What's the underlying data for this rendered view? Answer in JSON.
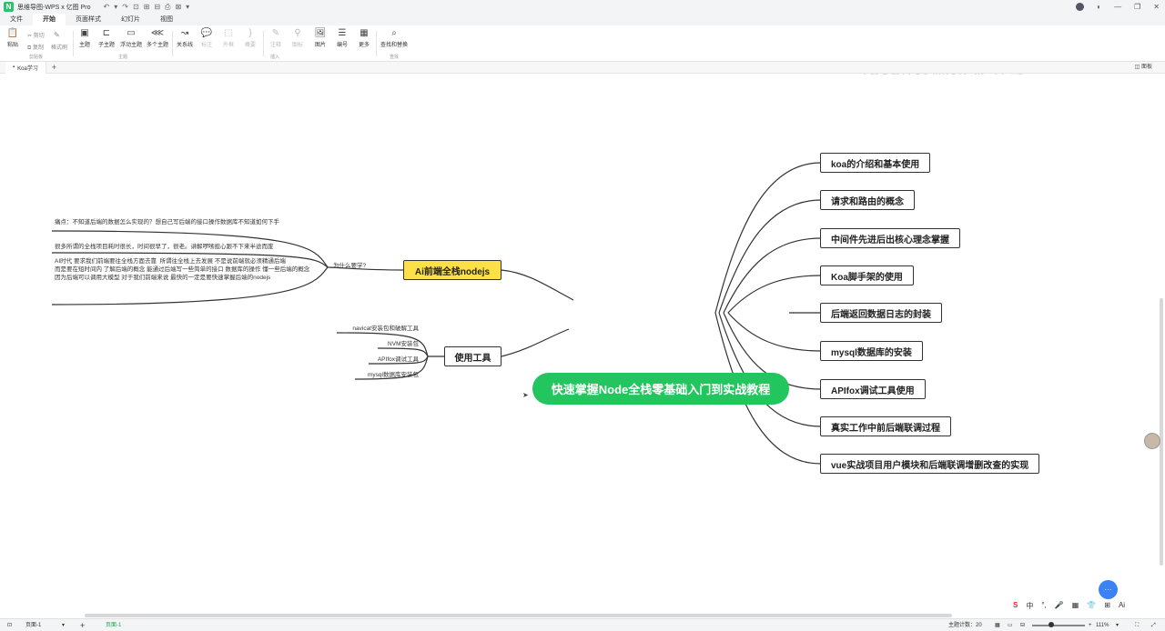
{
  "titlebar": {
    "app_title": "思维导图-WPS x 亿图 Pro",
    "quick": [
      "↶",
      "▾",
      "↷",
      "⊡",
      "⊞",
      "⊟",
      "⎙",
      "⊠",
      "▾"
    ]
  },
  "menu": {
    "tabs": [
      "文件",
      "开始",
      "页面样式",
      "幻灯片",
      "视图"
    ],
    "active_index": 1
  },
  "ribbon": {
    "paste": "粘贴",
    "cut": "剪切",
    "copy": "复制",
    "format_painter": "格式刷",
    "group_clipboard": "剪贴板",
    "topic": "主题",
    "subtopic": "子主题",
    "floating_topic": "浮动主题",
    "multi_topic": "多个主题",
    "group_topic": "主题",
    "relationship": "关系线",
    "callout": "标注",
    "outer": "外框",
    "summary": "概要",
    "comment": "注释",
    "icon": "图标",
    "image": "图片",
    "numbering": "编号",
    "more": "更多",
    "group_insert": "插入",
    "find_replace": "查找和替换",
    "group_find": "查找",
    "watermark": "Tasan老师技术分享"
  },
  "doctabs": {
    "tab_label": "Koa学习",
    "panel_label": "面板"
  },
  "mindmap": {
    "root": "快速掌握Node全栈零基础入门到实战教程",
    "right_nodes": [
      "koa的介绍和基本使用",
      "请求和路由的概念",
      "中间件先进后出核心理念掌握",
      "Koa脚手架的使用",
      "后端返回数据日志的封装",
      "mysql数据库的安装",
      "APIfox调试工具使用",
      "真实工作中前后端联调过程",
      "vue实战项目用户模块和后端联调增删改查的实现"
    ],
    "left_ai": {
      "label": "Ai前端全栈nodejs",
      "edge_label": "为什么要学?",
      "notes": [
        "痛点：不知道后端的数据怎么实现的？想自己写后端的接口操作数据库不知道如何下手",
        "很多所谓的全栈项目耗时很长，时间很早了，很老。讲解啰嗦担心跟不下来半途而废",
        "AI时代 要求我们前端要往全栈方面去靠  所谓往全栈上去发展 不是说前端就必须精通后端\n而是要在短时间内 了解后端的概念 能通过后端写一些简单的接口 数据库的操作 懂一些后端的概念\n因为后端可以调用大模型 对于我们前端来说 最快的一定是要快速掌握后端的nodejs"
      ]
    },
    "left_tools": {
      "label": "使用工具",
      "items": [
        "navicat安装包和破解工具",
        "NVM安装包",
        "APIfox调试工具",
        "mysql数据库安装包"
      ]
    }
  },
  "statusbar": {
    "page_select": "页面-1",
    "page_tab": "页面-1",
    "topic_count": "主题计数：20",
    "zoom": "111%"
  },
  "ime": [
    "中",
    "°,",
    "🎤",
    "▦",
    "👕",
    "⊞",
    "Ai"
  ],
  "colors": {
    "root_green": "#22c55e",
    "highlight_yellow": "#fde047",
    "accent_blue": "#3b82f6"
  }
}
